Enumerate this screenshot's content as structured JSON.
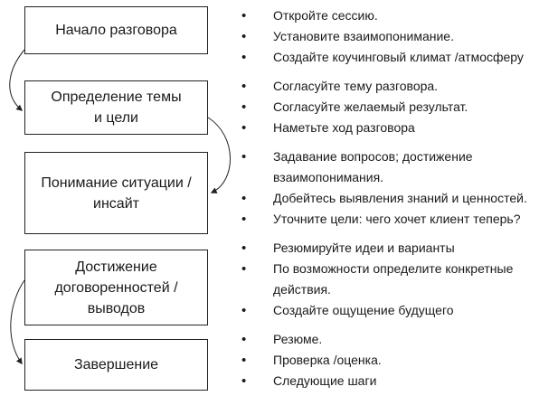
{
  "stages": [
    {
      "label": "Начало разговора",
      "bullets": [
        "Откройте сессию.",
        "Установите взаимопонимание.",
        "Создайте коучинговый климат /атмосферу"
      ]
    },
    {
      "label": "Определение темы\nи цели",
      "bullets": [
        "Согласуйте тему разговора.",
        "Согласуйте желаемый результат.",
        "Наметьте ход разговора"
      ]
    },
    {
      "label": "Понимание ситуации /\nинсайт",
      "bullets": [
        "Задавание вопросов; достижение взаимопонимания.",
        "Добейтесь выявления знаний и ценностей.",
        "Уточните цели: чего хочет клиент теперь?"
      ]
    },
    {
      "label": "Достижение\nдоговоренностей /\nвыводов",
      "bullets": [
        "Резюмируйте идеи и варианты",
        "По возможности определите конкретные действия.",
        "Создайте ощущение будущего"
      ]
    },
    {
      "label": "Завершение",
      "bullets": [
        "Резюме.",
        "Проверка /оценка.",
        "Следующие шаги"
      ]
    }
  ]
}
